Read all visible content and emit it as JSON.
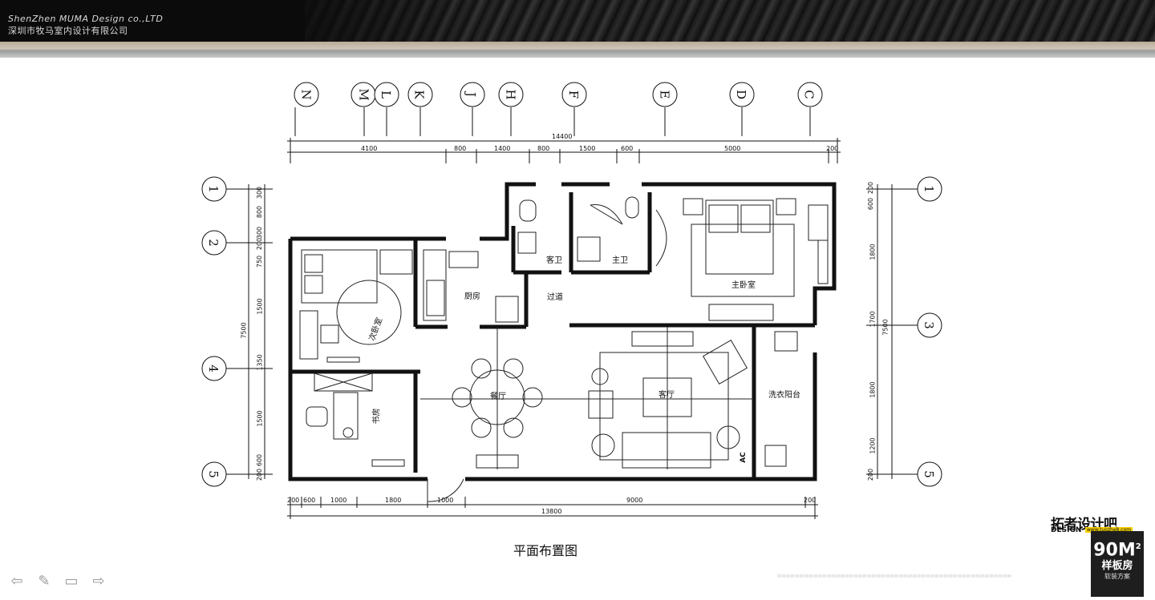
{
  "header": {
    "company_en": "ShenZhen MUMA Design co.,LTD",
    "company_cn": "深圳市牧马室内设计有限公司"
  },
  "plan": {
    "title": "平面布置图",
    "grid_top": [
      "N",
      "M",
      "L",
      "K",
      "J",
      "H",
      "F",
      "E",
      "D",
      "C"
    ],
    "grid_left": [
      "1",
      "2",
      "4",
      "5"
    ],
    "grid_right": [
      "1",
      "3",
      "5"
    ],
    "dims_top_total": "14400",
    "dims_top": [
      "4100",
      "800",
      "1400",
      "800",
      "1500",
      "600",
      "5000",
      "200"
    ],
    "dims_bottom": [
      "200",
      "600",
      "1000",
      "1800",
      "1000",
      "9000",
      "200"
    ],
    "dims_bottom_total": "13800",
    "dims_left": [
      "300",
      "800",
      "300",
      "200",
      "750",
      "1500",
      "1350",
      "1500",
      "600",
      "200"
    ],
    "dims_left_total": "7500",
    "dims_right": [
      "200",
      "600",
      "1800",
      "1700",
      "1800",
      "1200",
      "200"
    ],
    "dims_right_total": "7500",
    "rooms": {
      "guest_bath": "客卫",
      "master_bath": "主卫",
      "master_bedroom": "主卧室",
      "kitchen": "厨房",
      "corridor": "过道",
      "second_bedroom": "次卧室",
      "dining": "餐厅",
      "living": "客厅",
      "laundry_balcony": "洗衣阳台",
      "study": "书房",
      "ac": "AC"
    }
  },
  "nav": {
    "prev_icon": "⇦",
    "pen_icon": "✎",
    "menu_icon": "▭",
    "next_icon": "⇨"
  },
  "decor": {
    "chevrons": "»»»»»»»»»»»»»»»»»»»»»»»»»»»»»»»»»»»»»»»»»»»»»»»»»»»»"
  },
  "logo": {
    "name": "拓者设计吧",
    "sub": "DESIGN",
    "url": "www.tuozhe8.com",
    "area": "90M",
    "area_unit": "2",
    "type": "样板房",
    "scheme": "软装方案"
  }
}
